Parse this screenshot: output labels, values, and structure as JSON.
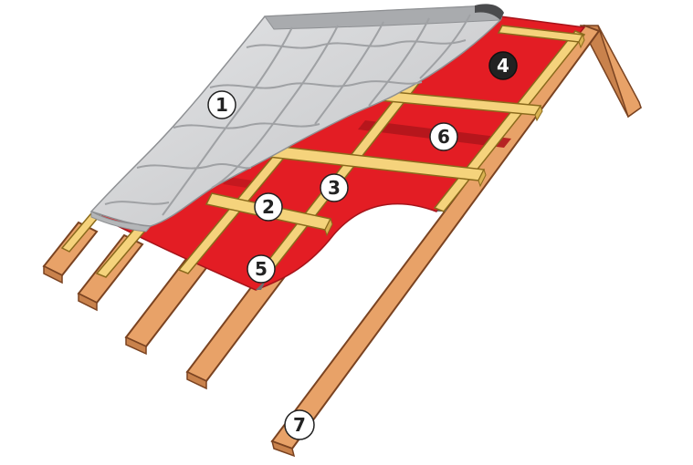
{
  "colors": {
    "background": "#ffffff",
    "rafter_fill": "#e8a268",
    "rafter_side": "#c9824c",
    "rafter_stroke": "#7a4321",
    "batten_fill": "#f5d37c",
    "batten_side": "#d9b352",
    "batten_stroke": "#8a6a1c",
    "membrane": "#e31d24",
    "membrane_dark": "#b0161c",
    "tile_light": "#d3d4d6",
    "tile_dark": "#9fa1a4",
    "seam_grey": "#6e6f71",
    "marker_fill": "#ffffff",
    "marker_dark_fill": "#222222",
    "marker_text": "#222222",
    "marker_dark_text": "#ffffff"
  },
  "markers": [
    {
      "id": "1",
      "label": "1",
      "meaning": "metal-tile-roofing",
      "dark": false
    },
    {
      "id": "2",
      "label": "2",
      "meaning": "batten",
      "dark": false
    },
    {
      "id": "3",
      "label": "3",
      "meaning": "counter-batten",
      "dark": false
    },
    {
      "id": "4",
      "label": "4",
      "meaning": "membrane",
      "dark": true
    },
    {
      "id": "5",
      "label": "5",
      "meaning": "sealing-tape",
      "dark": false
    },
    {
      "id": "6",
      "label": "6",
      "meaning": "membrane-overlap",
      "dark": false
    },
    {
      "id": "7",
      "label": "7",
      "meaning": "rafter",
      "dark": false
    }
  ]
}
